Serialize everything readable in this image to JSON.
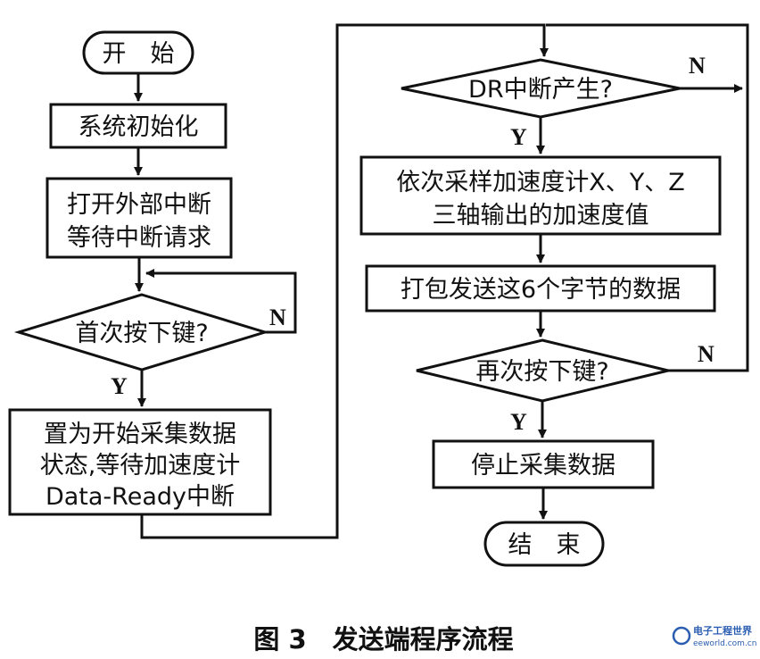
{
  "nodes": {
    "start": "开　始",
    "init": "系统初始化",
    "open_interrupt": [
      "打开外部中断",
      "等待中断请求"
    ],
    "first_press": "首次按下键?",
    "set_state": [
      "置为开始采集数据",
      "状态,等待加速度计",
      "Data-Ready中断"
    ],
    "dr_interrupt": "DR中断产生?",
    "sample": [
      "依次采样加速度计X、Y、Z",
      "三轴输出的加速度值"
    ],
    "pack_send": "打包发送这6个字节的数据",
    "second_press": "再次按下键?",
    "stop": "停止采集数据",
    "end": "结　束"
  },
  "labels": {
    "yes": "Y",
    "no": "N"
  },
  "caption": "图 3　发送端程序流程",
  "watermark": {
    "main": "电子工程世界",
    "site": "eeworld.com.cn"
  }
}
